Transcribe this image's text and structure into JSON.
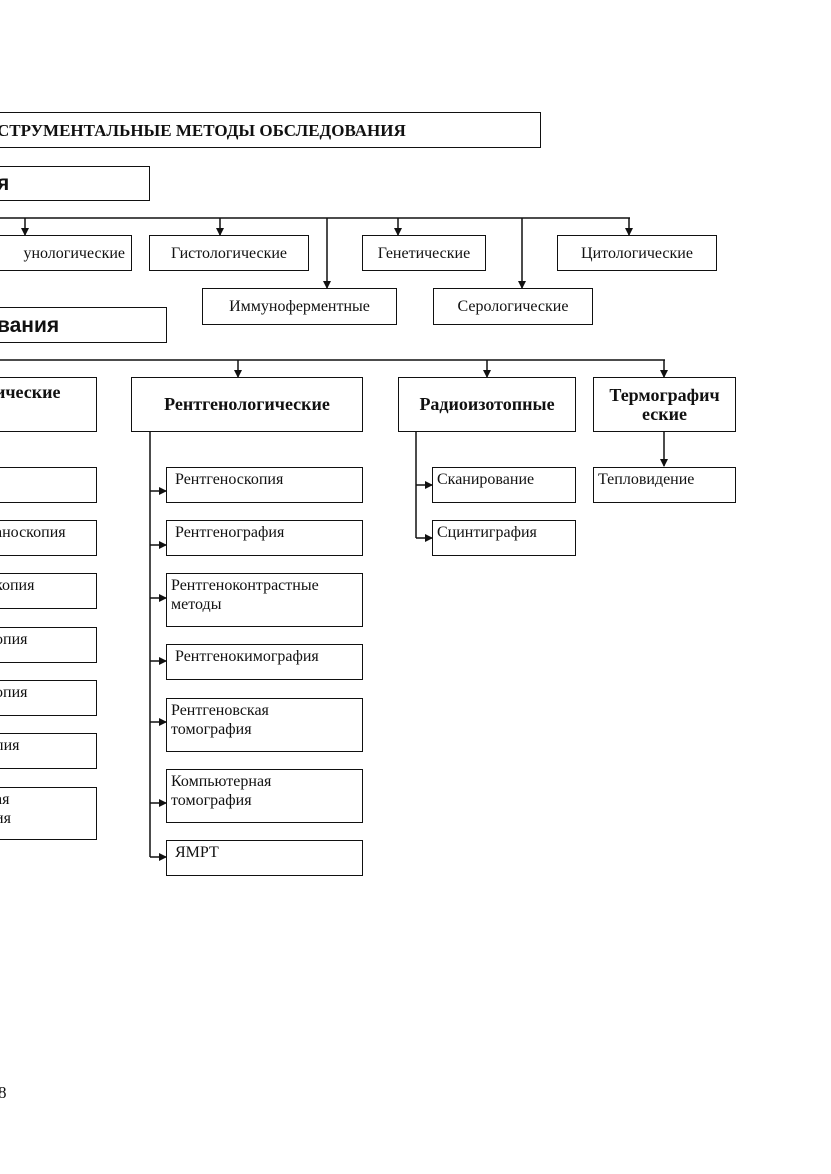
{
  "header": {
    "title": "СТРУМЕНТАЛЬНЫЕ МЕТОДЫ ОБСЛЕДОВАНИЯ"
  },
  "lab": {
    "title": "я",
    "items": [
      "унологические",
      "Гистологические",
      "Генетические",
      "Цитологические",
      "Иммуноферментные",
      "Серологические"
    ]
  },
  "instr": {
    "title": "вания",
    "categories": [
      "ические",
      "Рентгенологические",
      "Радиоизотопные",
      "Термографич\nеские"
    ],
    "left_items": [
      "",
      "аноскопия",
      "копия",
      "опия",
      "опия",
      "пия",
      "ая\nия"
    ],
    "xray_items": [
      "Рентгеноскопия",
      "Рентгенография",
      "Рентгеноконтрастные\nметоды",
      "Рентгенокимография",
      "Рентгеновская\nтомография",
      "Компьютерная\nтомография",
      "ЯМРТ"
    ],
    "radio_items": [
      "Сканирование",
      "Сцинтиграфия"
    ],
    "thermo_items": [
      "Тепловидение"
    ]
  },
  "page_number": "8"
}
